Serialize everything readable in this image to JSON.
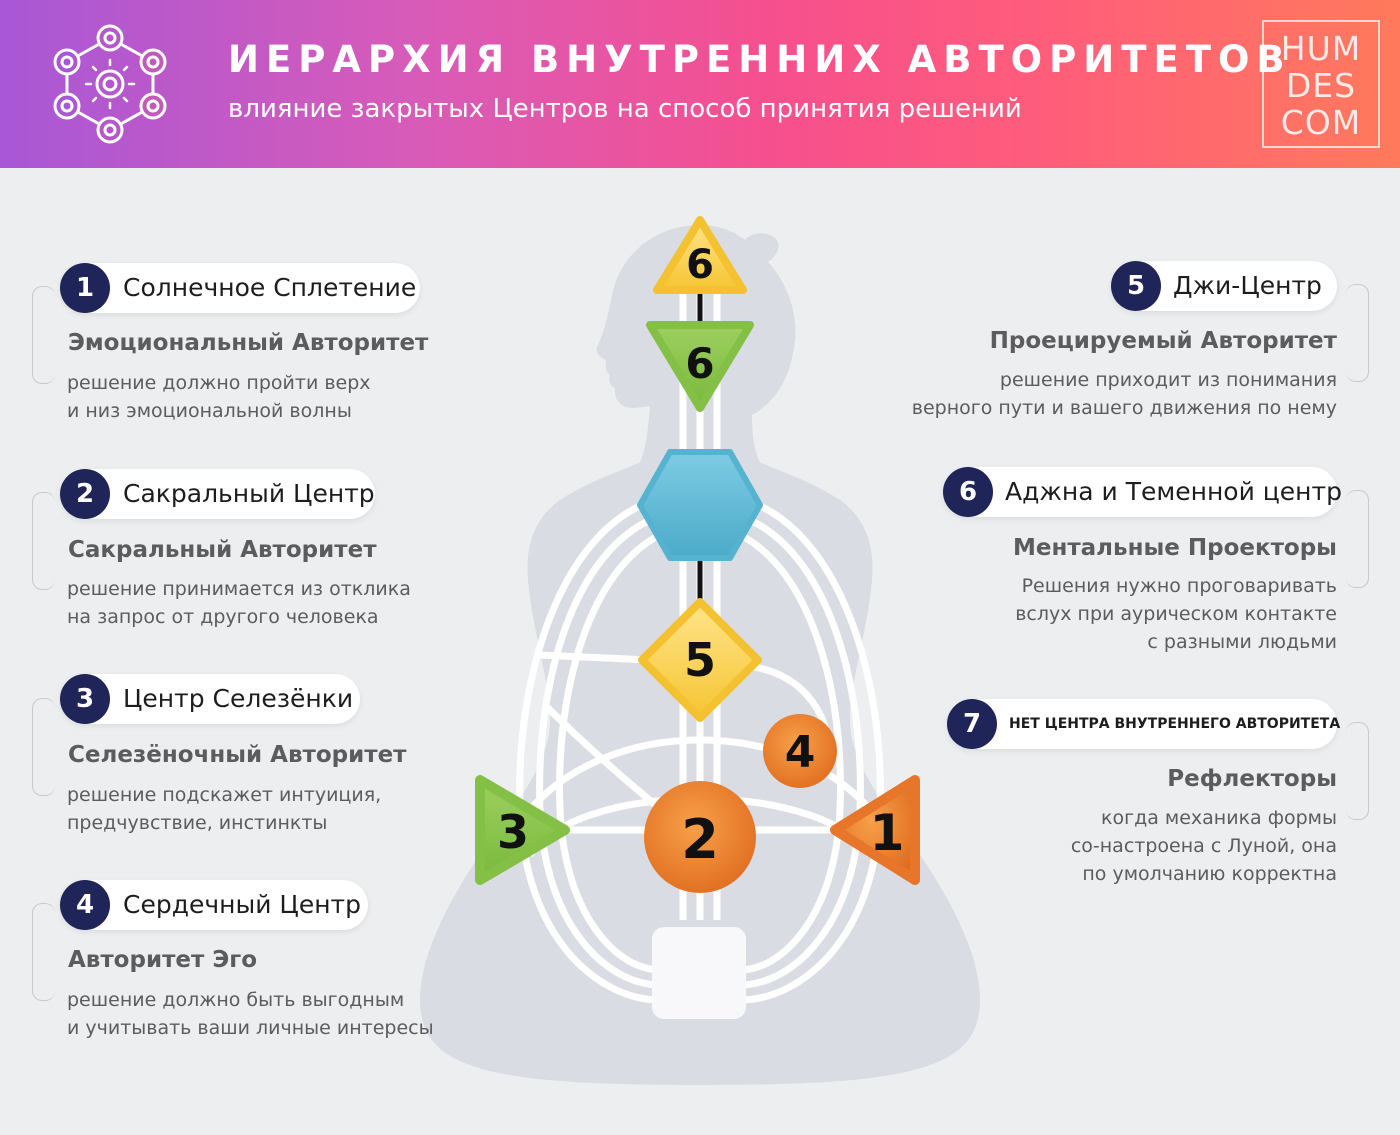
{
  "header": {
    "title": "ИЕРАРХИЯ ВНУТРЕННИХ АВТОРИТЕТОВ",
    "subtitle": "влияние закрытых Центров на способ принятия решений",
    "brand_lines": [
      "HUM",
      "DES",
      "COM"
    ]
  },
  "colors": {
    "gradient": [
      "#a857d6",
      "#f64f8e",
      "#ff7a5c"
    ],
    "badge": "#1f2459",
    "yellow": "#f7cf4a",
    "green": "#89c34a",
    "blue": "#5ab9d4",
    "orange": "#ea7a2e"
  },
  "centers": {
    "head": "6",
    "ajna": "6",
    "g": "5",
    "heart": "4",
    "sacral": "2",
    "spleen": "3",
    "solar": "1"
  },
  "left_items": [
    {
      "num": "1",
      "center": "Солнечное Сплетение",
      "authority": "Эмоциональный Авторитет",
      "desc": [
        "решение должно пройти верх",
        "и низ эмоциональной волны"
      ]
    },
    {
      "num": "2",
      "center": "Сакральный Центр",
      "authority": "Сакральный Авторитет",
      "desc": [
        "решение принимается из отклика",
        "на запрос от другого человека"
      ]
    },
    {
      "num": "3",
      "center": "Центр Селезёнки",
      "authority": "Селезёночный Авторитет",
      "desc": [
        "решение подскажет интуиция,",
        "предчувствие, инстинкты"
      ]
    },
    {
      "num": "4",
      "center": "Сердечный Центр",
      "authority": "Авторитет Эго",
      "desc": [
        "решение должно быть выгодным",
        "и учитывать ваши личные интересы"
      ]
    }
  ],
  "right_items": [
    {
      "num": "5",
      "center": "Джи-Центр",
      "authority": "Проецируемый Авторитет",
      "desc": [
        "решение приходит из понимания",
        "верного пути и вашего движения по нему"
      ]
    },
    {
      "num": "6",
      "center": "Аджна и Теменной центр",
      "authority": "Ментальные Проекторы",
      "desc": [
        "Решения нужно проговаривать",
        "вслух при аурическом контакте",
        "с разными людьми"
      ]
    },
    {
      "num": "7",
      "center": "НЕТ ЦЕНТРА ВНУТРЕННЕГО АВТОРИТЕТА",
      "authority": "Рефлекторы",
      "desc": [
        "когда механика формы",
        "со-настроена с Луной, она",
        "по умолчанию корректна"
      ]
    }
  ]
}
